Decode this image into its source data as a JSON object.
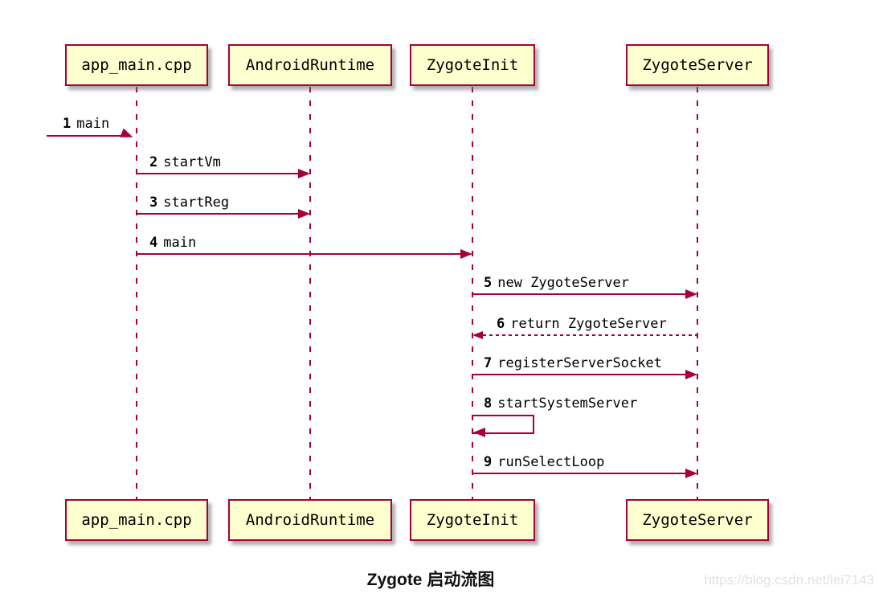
{
  "diagram": {
    "type": "uml-sequence-diagram",
    "caption": "Zygote 启动流图",
    "watermark": "https://blog.csdn.net/lei7143",
    "colors": {
      "line": "#A80036",
      "participant_fill": "#FEFECE",
      "text": "#000000",
      "watermark": "#e2e2e2",
      "background": "#ffffff"
    },
    "participants": [
      {
        "name": "app_main.cpp"
      },
      {
        "name": "AndroidRuntime"
      },
      {
        "name": "ZygoteInit"
      },
      {
        "name": "ZygoteServer"
      }
    ],
    "messages": [
      {
        "num": "1",
        "label": "main",
        "from": "external",
        "to": "app_main.cpp",
        "style": "solid"
      },
      {
        "num": "2",
        "label": "startVm",
        "from": "app_main.cpp",
        "to": "AndroidRuntime",
        "style": "solid"
      },
      {
        "num": "3",
        "label": "startReg",
        "from": "app_main.cpp",
        "to": "AndroidRuntime",
        "style": "solid"
      },
      {
        "num": "4",
        "label": "main",
        "from": "app_main.cpp",
        "to": "ZygoteInit",
        "style": "solid"
      },
      {
        "num": "5",
        "label": "new ZygoteServer",
        "from": "ZygoteInit",
        "to": "ZygoteServer",
        "style": "solid"
      },
      {
        "num": "6",
        "label": "return ZygoteServer",
        "from": "ZygoteServer",
        "to": "ZygoteInit",
        "style": "dashed-return"
      },
      {
        "num": "7",
        "label": "registerServerSocket",
        "from": "ZygoteInit",
        "to": "ZygoteServer",
        "style": "solid"
      },
      {
        "num": "8",
        "label": "startSystemServer",
        "from": "ZygoteInit",
        "to": "ZygoteInit",
        "style": "self-call"
      },
      {
        "num": "9",
        "label": "runSelectLoop",
        "from": "ZygoteInit",
        "to": "ZygoteServer",
        "style": "solid"
      }
    ]
  }
}
